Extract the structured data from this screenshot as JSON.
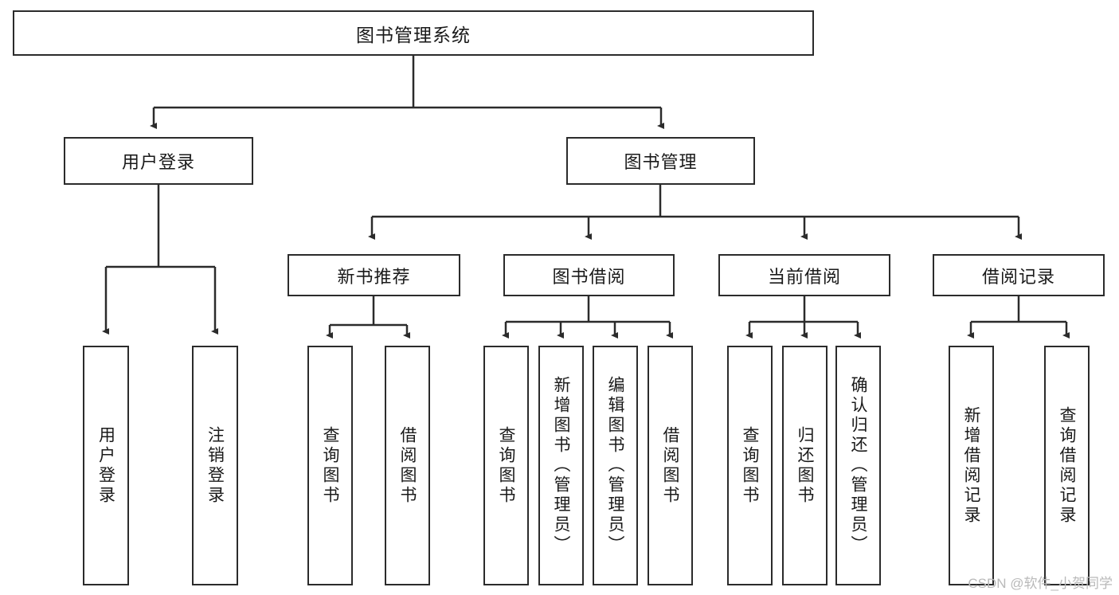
{
  "diagram": {
    "type": "tree-hierarchy-chart",
    "title": "图书管理系统",
    "line_color": "#2b2b2b",
    "box_fill": "#ffffff",
    "text_color": "#1a1a1a",
    "root": {
      "label": "图书管理系统"
    },
    "level2": [
      {
        "label": "用户登录"
      },
      {
        "label": "图书管理"
      }
    ],
    "level3": [
      {
        "label": "新书推荐"
      },
      {
        "label": "图书借阅"
      },
      {
        "label": "当前借阅"
      },
      {
        "label": "借阅记录"
      }
    ],
    "leaves": {
      "user_login": [
        {
          "label": "用户登录"
        },
        {
          "label": "注销登录"
        }
      ],
      "new_book_recommend": [
        {
          "label": "查询图书"
        },
        {
          "label": "借阅图书"
        }
      ],
      "book_borrow": [
        {
          "label": "查询图书"
        },
        {
          "label": "新增图书（管理员）"
        },
        {
          "label": "编辑图书（管理员）"
        },
        {
          "label": "借阅图书"
        }
      ],
      "current_borrow": [
        {
          "label": "查询图书"
        },
        {
          "label": "归还图书"
        },
        {
          "label": "确认归还（管理员）"
        }
      ],
      "borrow_record": [
        {
          "label": "新增借阅记录"
        },
        {
          "label": "查询借阅记录"
        }
      ]
    }
  },
  "watermark": {
    "text": "CSDN @软件_小贺同学"
  }
}
